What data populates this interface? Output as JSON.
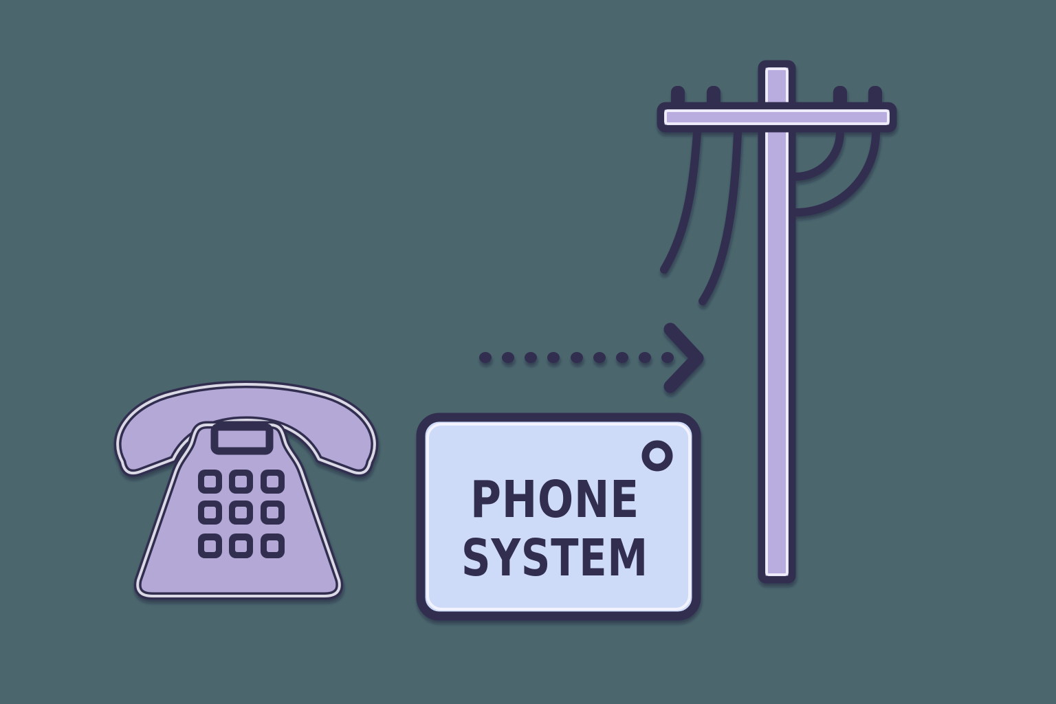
{
  "scene": {
    "description": "Flat illustration: desk telephone connected via a dotted arrow through a PHONE SYSTEM panel to a telephone utility pole with wires",
    "background_color": "#4b666d"
  },
  "colors": {
    "bg": "#4b666d",
    "navy": "#302e50",
    "phone-purple": "#b4a8d7",
    "pole-purple": "#b9ade0",
    "box-fill": "#cedbf8",
    "gap-white": "#f8f7ff"
  },
  "box": {
    "label_line1": "PHONE",
    "label_line2": "SYSTEM"
  },
  "icons": {
    "telephone": "telephone-icon",
    "arrow": "dotted-arrow-icon",
    "pole": "utility-pole-icon",
    "indicator": "indicator-circle"
  }
}
